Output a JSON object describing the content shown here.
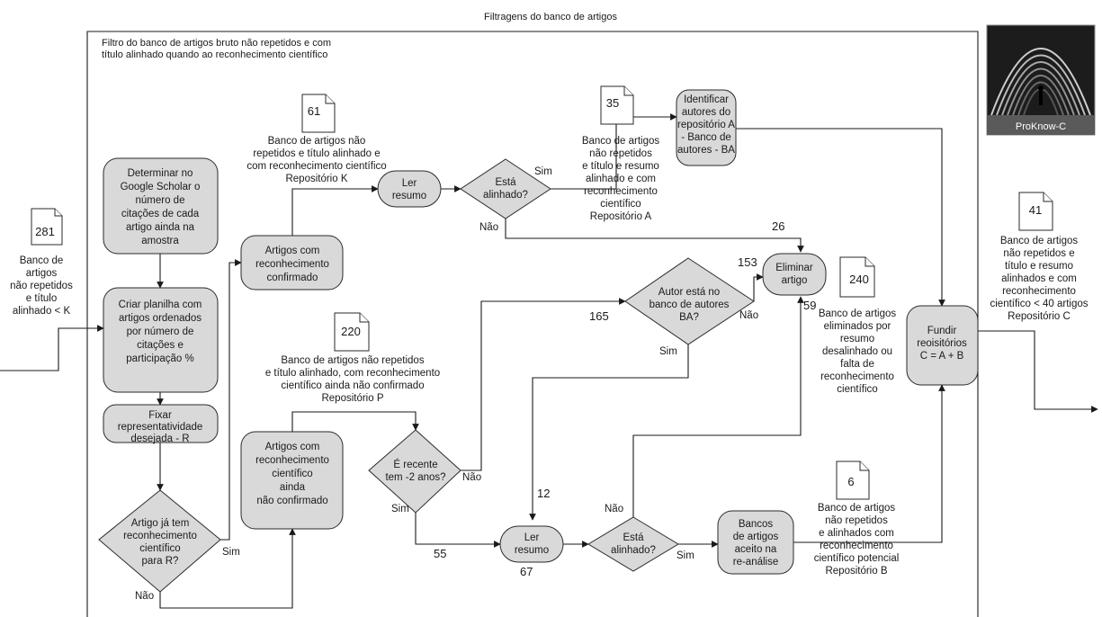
{
  "diagram": {
    "title": "Filtragens do banco de artigos",
    "frame_label": [
      "Filtro do banco de artigos bruto não repetidos e com",
      "título alinhado quando ao reconhecimento científico"
    ],
    "logo": {
      "label": "ProKnow-C"
    },
    "nodes": {
      "determinar": [
        "Determinar no",
        "Google Scholar o",
        "número de",
        "citações de cada",
        "artigo ainda na",
        "amostra"
      ],
      "criar": [
        "Criar planilha com",
        "artigos ordenados",
        "por número de",
        "citações e",
        "participação %"
      ],
      "fixar": [
        "Fixar",
        "representatividade",
        "desejada - R"
      ],
      "artigo_ja": [
        "Artigo já tem",
        "reconhecimento",
        "científico",
        "para R?"
      ],
      "confirmado": [
        "Artigos com",
        "reconhecimento",
        "confirmado"
      ],
      "nao_confirmado": [
        "Artigos com",
        "reconhecimento",
        "científico",
        "ainda",
        "não confirmado"
      ],
      "ler1": [
        "Ler",
        "resumo"
      ],
      "alinhado1": [
        "Está",
        "alinhado?"
      ],
      "identificar": [
        "Identificar",
        "autores do",
        "repositório A",
        "- Banco de",
        "autores - BA"
      ],
      "eliminar": [
        "Eliminar",
        "artigo"
      ],
      "autor": [
        "Autor está no",
        "banco de autores",
        "BA?"
      ],
      "recente": [
        "É recente",
        "tem -2 anos?"
      ],
      "ler2": [
        "Ler",
        "resumo"
      ],
      "alinhado2": [
        "Está",
        "alinhado?"
      ],
      "bancos": [
        "Bancos",
        "de artigos",
        "aceito na",
        "re-análise"
      ],
      "fundir": [
        "Fundir",
        "reoisitórios",
        "C = A + B"
      ]
    },
    "documents": {
      "d281": "281",
      "d61": "61",
      "d35": "35",
      "d240": "240",
      "d220": "220",
      "d41": "41",
      "d6": "6"
    },
    "captions": {
      "c281": [
        "Banco de",
        "artigos",
        "não repetidos",
        "e título",
        "alinhado < K"
      ],
      "c61": [
        "Banco de artigos não",
        "repetidos e título alinhado e",
        "com reconhecimento científico",
        "Repositório K"
      ],
      "c35": [
        "Banco de artigos",
        "não repetidos",
        "e título e resumo",
        "alinhado e com",
        "reconhecimento",
        "científico",
        "Repositório A"
      ],
      "c240": [
        "Banco de artigos",
        "eliminados por",
        "resumo",
        "desalinhado ou",
        "falta de",
        "reconhecimento",
        "científico"
      ],
      "c220": [
        "Banco de artigos não repetidos",
        "e título alinhado, com  reconhecimento",
        "científico ainda não confirmado",
        "Repositório P"
      ],
      "c41": [
        "Banco de artigos",
        "não repetidos e",
        "título e resumo",
        "alinhados e com",
        "reconhecimento",
        "científico < 40 artigos",
        "Repositório C"
      ],
      "c6": [
        "Banco de artigos",
        "não repetidos",
        "e alinhados com",
        "reconhecimento",
        "científico potencial",
        "Repositório B"
      ]
    },
    "edge_labels": {
      "sim_alinhado1": "Sim",
      "nao_alinhado1": "Não",
      "n26": "26",
      "n153": "153",
      "n165": "165",
      "nao_autor": "Não",
      "n59": "59",
      "sim_autor": "Sim",
      "nao_recente": "Não",
      "sim_recente": "Sim",
      "n12": "12",
      "n55": "55",
      "n67": "67",
      "nao_alinhado2": "Não",
      "sim_alinhado2": "Sim",
      "sim_artigo_ja": "Sim",
      "nao_artigo_ja": "Não"
    }
  }
}
